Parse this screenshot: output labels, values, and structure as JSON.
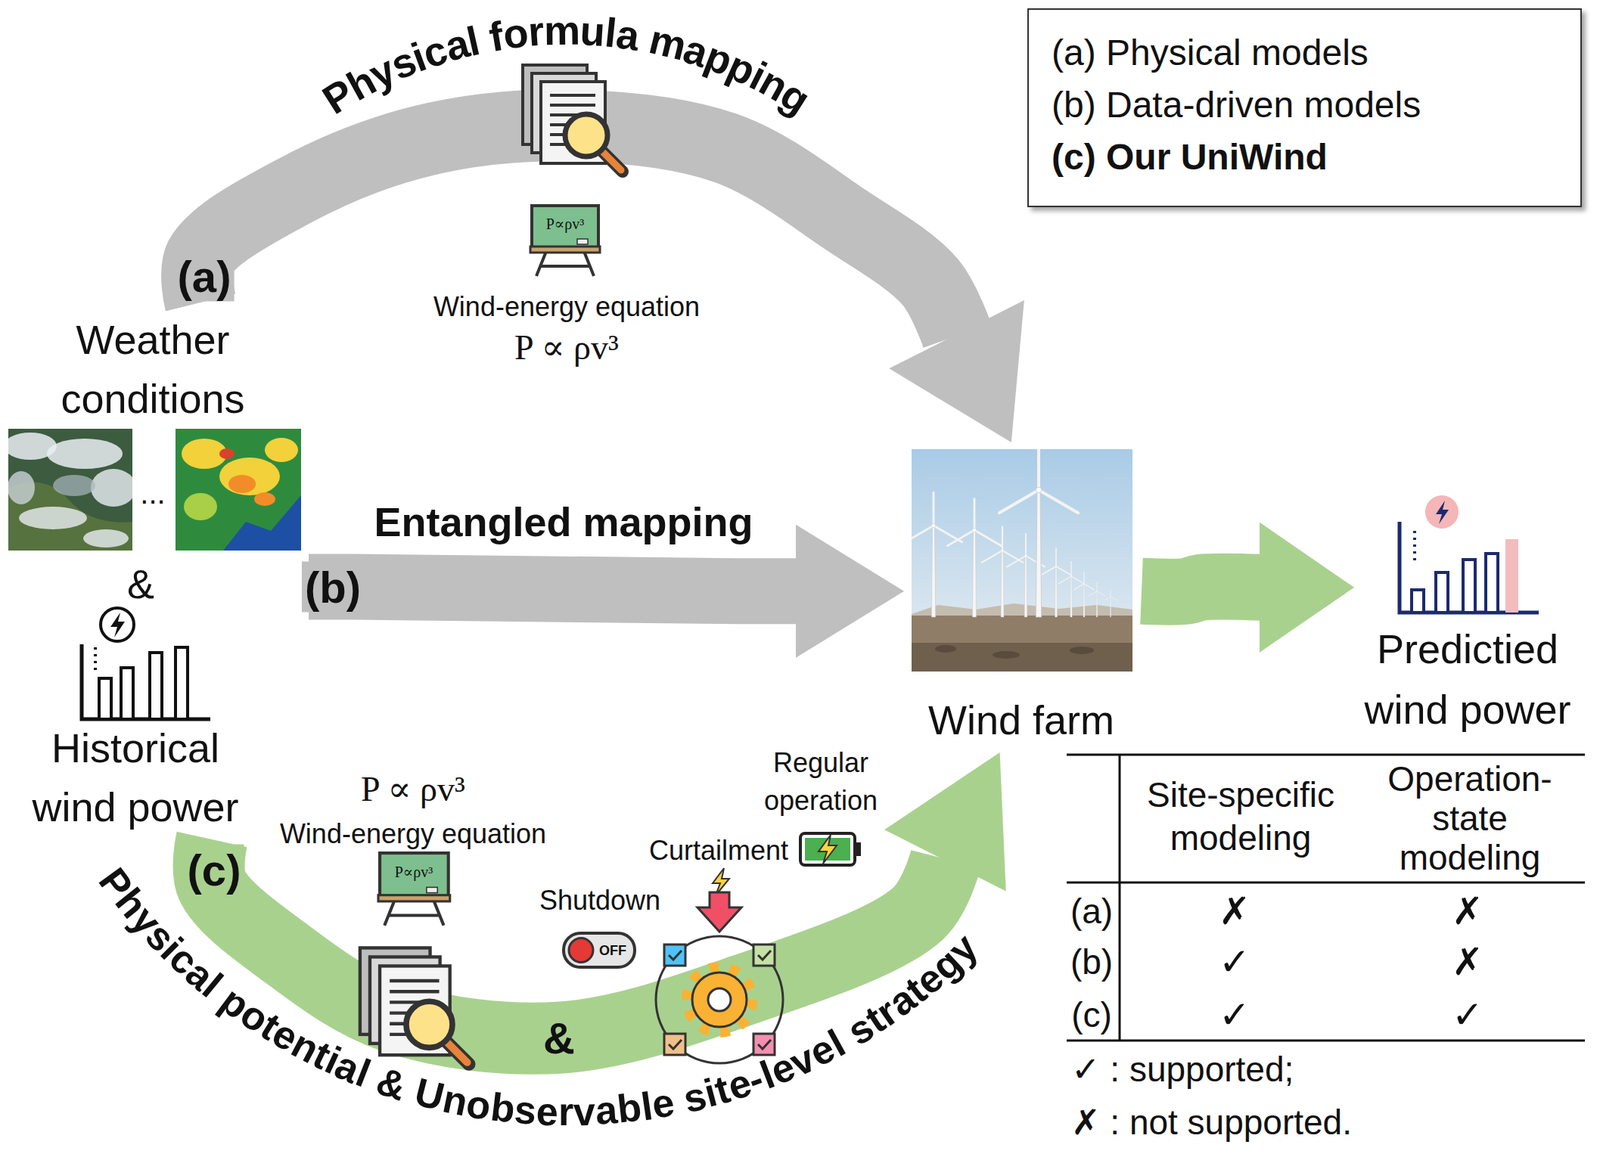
{
  "diagram": {
    "nodes": [
      {
        "text": [
          "Weather conditions",
          "&",
          "Historical wind power"
        ]
      },
      {
        "text": [
          "Wind farm"
        ]
      },
      {
        "text": [
          "Predictied wind power"
        ]
      },
      {
        "text": [
          "(a) Physical models",
          "(b) Data-driven models",
          "(c) Our UniWind"
        ]
      }
    ],
    "edges": [
      {
        "from": 0,
        "to": 1,
        "arrow": "to",
        "label": "Physical formula mapping"
      },
      {
        "from": 0,
        "to": 1,
        "arrow": "to",
        "label": "Entangled mapping"
      },
      {
        "from": 0,
        "to": 1,
        "arrow": "to",
        "label": "Physical potential & Unobservable site-level strategy"
      },
      {
        "from": 1,
        "to": 2,
        "arrow": "to"
      }
    ],
    "labels": [
      "(a)",
      "(b)",
      "(c)",
      "Wind-energy equation",
      "P ∝ ρv³",
      "P∝ρv³",
      "P ∝ ρv³",
      "Wind-energy equation",
      "P∝ρv³",
      "&",
      "Shutdown",
      "OFF",
      "Curtailment",
      "Regular operation",
      "...",
      "Site-specific modeling",
      "Operation-state modeling",
      "(a)",
      "✗",
      "✗",
      "(b)",
      "✓",
      "✗",
      "(c)",
      "✓",
      "✓",
      "✓ : supported;",
      "✗ : not supported."
    ]
  }
}
